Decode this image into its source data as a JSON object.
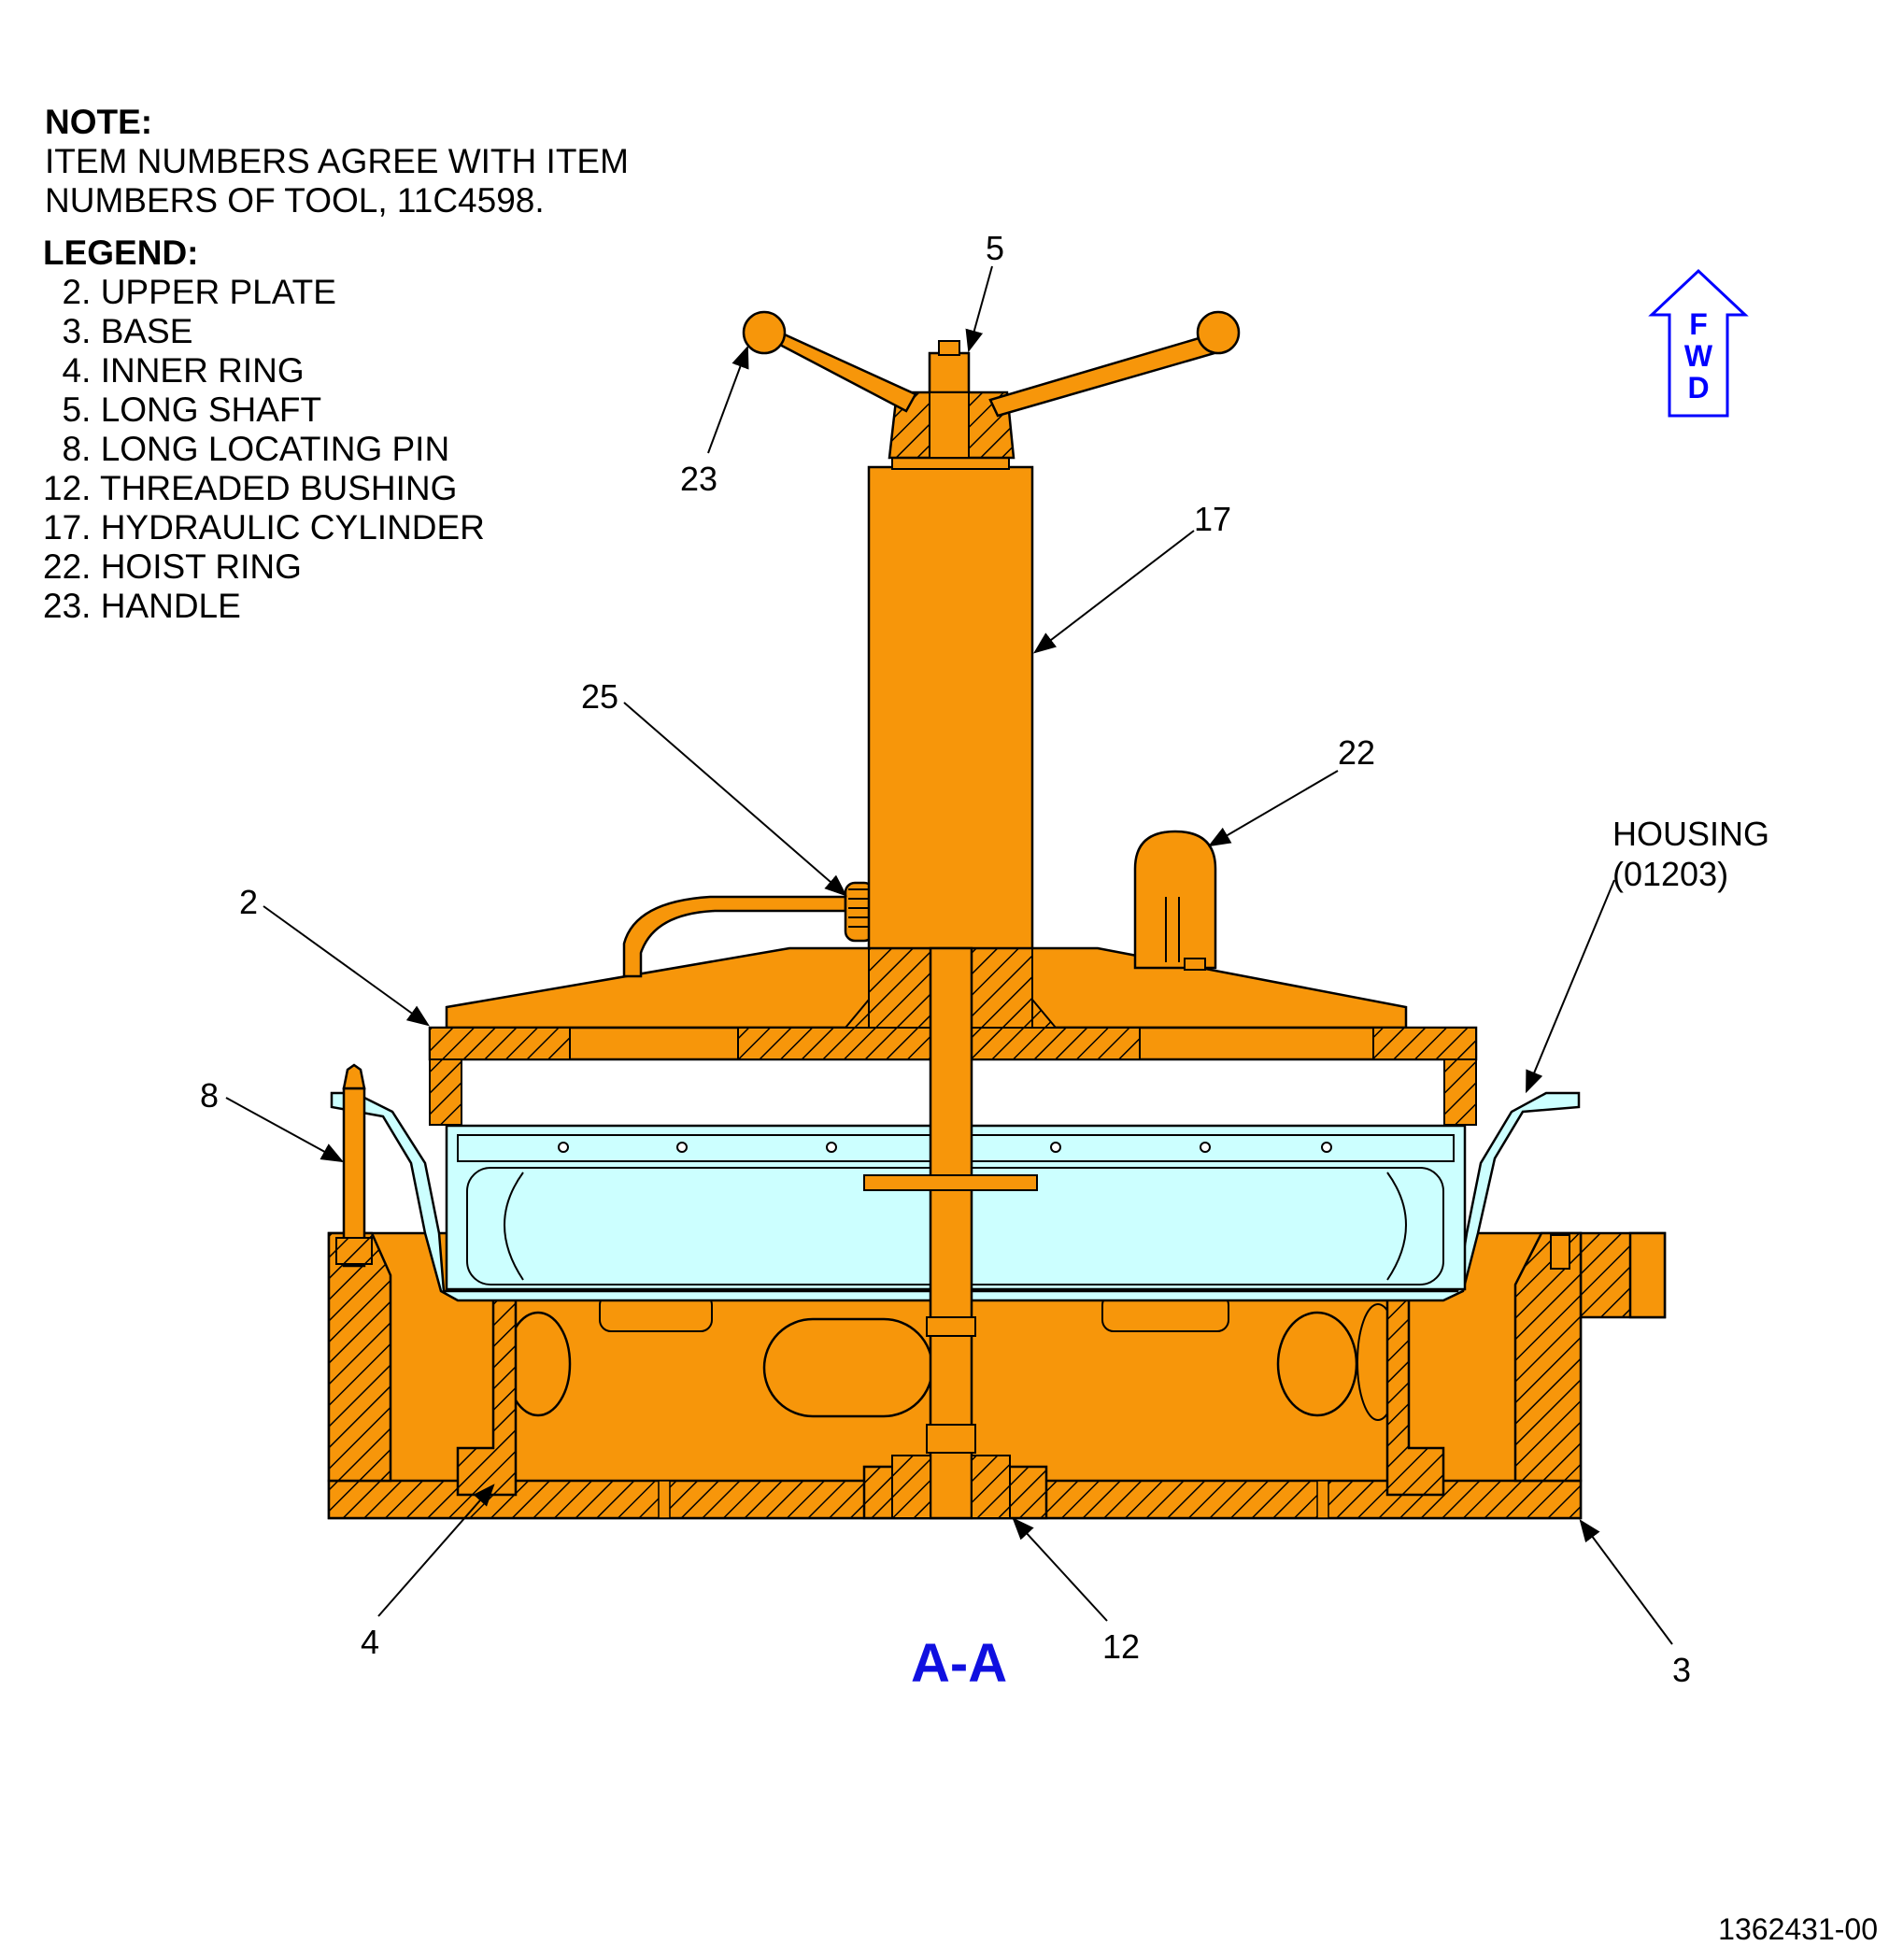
{
  "note": {
    "title": "NOTE:",
    "lines": [
      "ITEM NUMBERS AGREE WITH ITEM",
      "NUMBERS OF TOOL, 11C4598."
    ]
  },
  "legend": {
    "title": "LEGEND:",
    "items": [
      "  2. UPPER PLATE",
      "  3. BASE",
      "  4. INNER RING",
      "  5. LONG SHAFT",
      "  8. LONG LOCATING PIN",
      "12. THREADED BUSHING",
      "17. HYDRAULIC CYLINDER",
      "22. HOIST RING",
      "23. HANDLE"
    ]
  },
  "callouts": {
    "c5": "5",
    "c23": "23",
    "c17": "17",
    "c25": "25",
    "c22": "22",
    "c2": "2",
    "c8": "8",
    "housing_1": "HOUSING",
    "housing_2": "(01203)",
    "c4": "4",
    "c12": "12",
    "c3": "3"
  },
  "section_label": "A-A",
  "fwd_arrow": {
    "letters": [
      "F",
      "W",
      "D"
    ]
  },
  "drawing_number": "1362431-00",
  "colors": {
    "tool": "#f7960a",
    "housing": "#ccffff",
    "outline": "#000000",
    "fwd": "#0000ff",
    "section_label": "#1010e0"
  }
}
